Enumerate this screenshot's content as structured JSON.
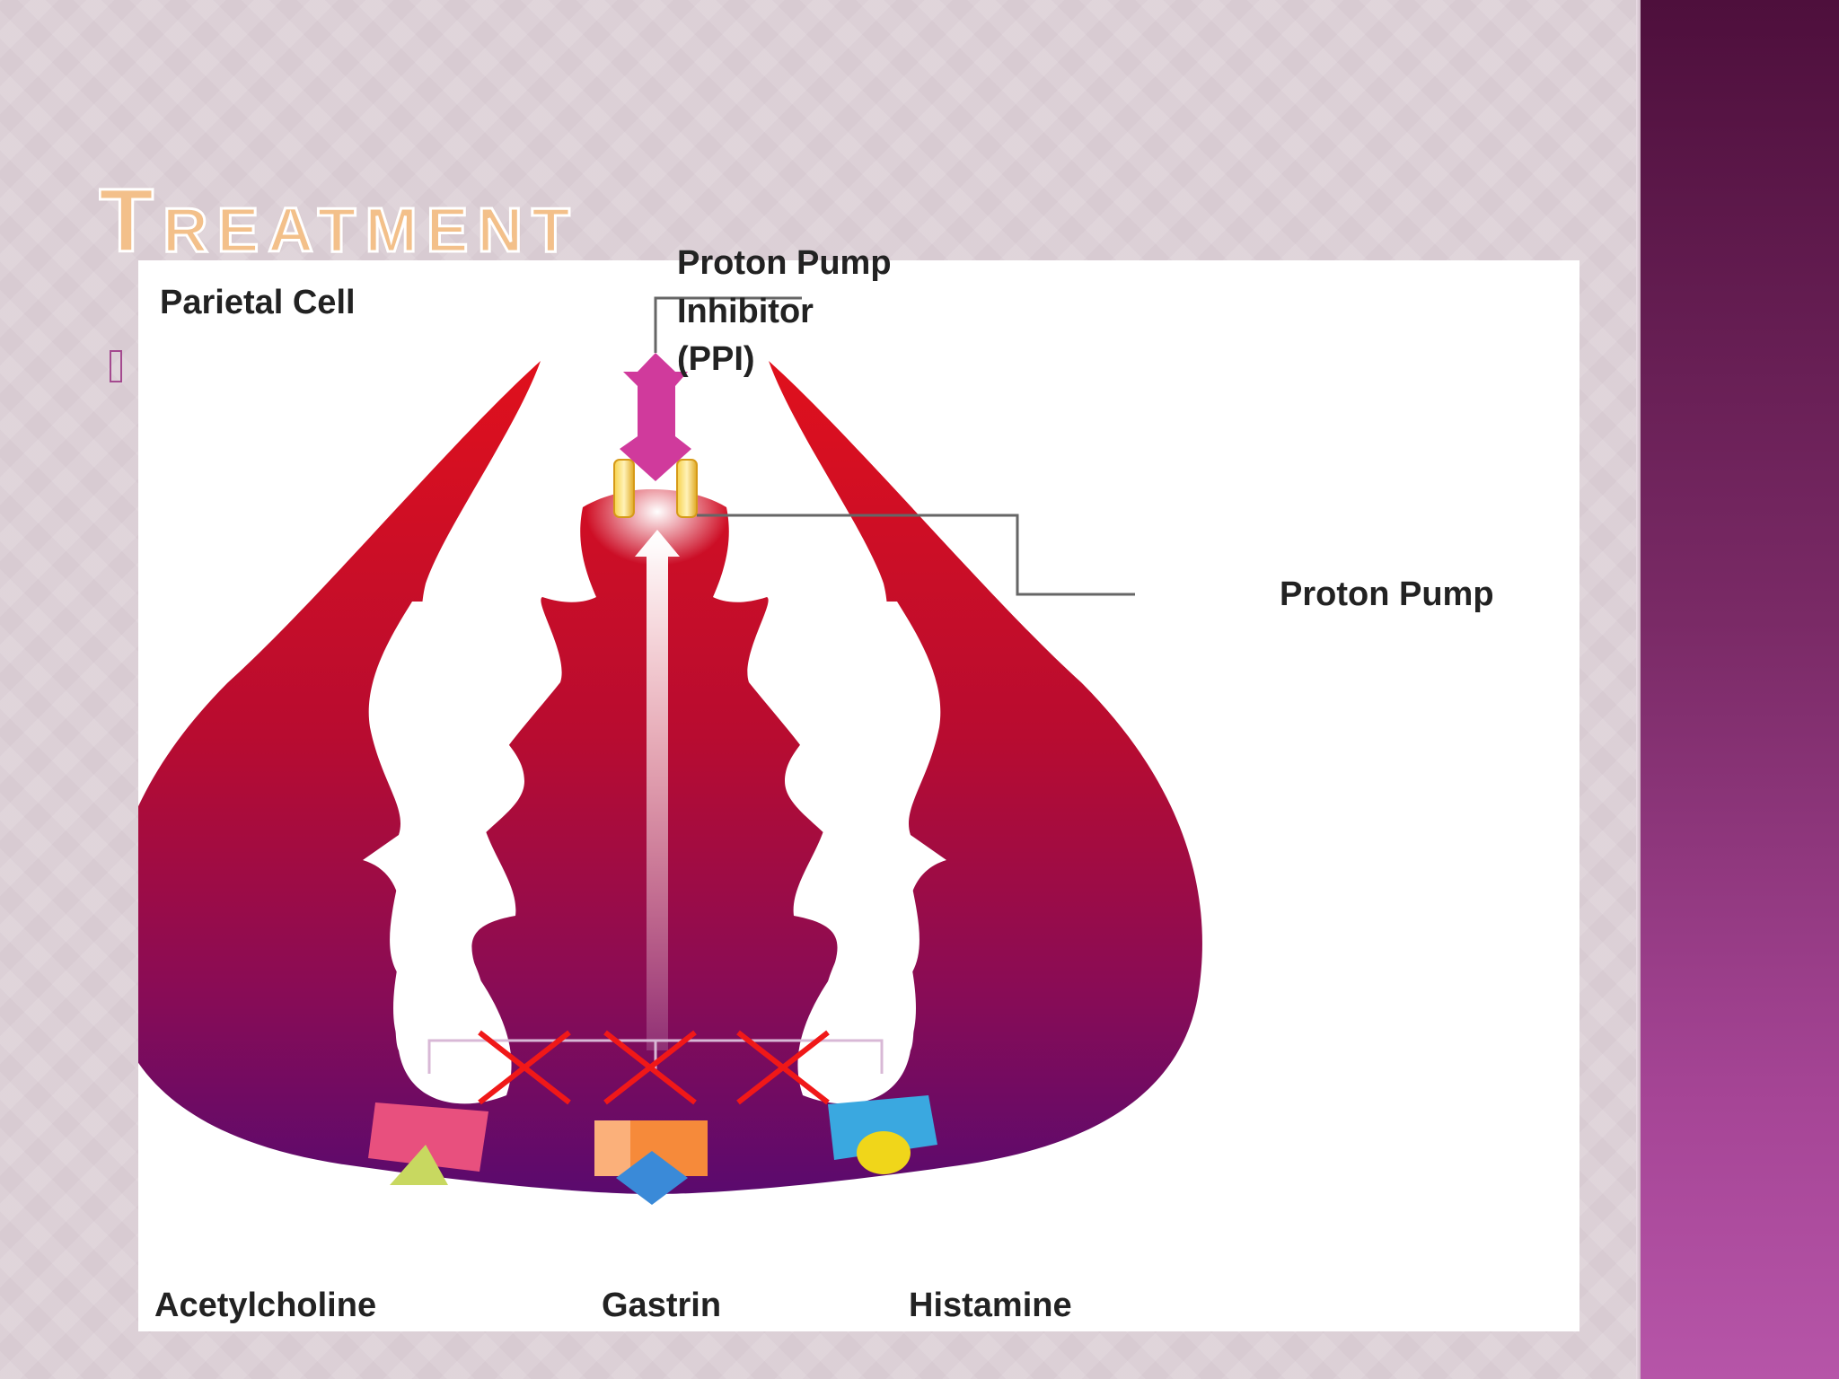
{
  "slide": {
    "title": "Treatment",
    "bullet_icon": "bullet-glyph-icon"
  },
  "diagram": {
    "labels": {
      "parietal_cell": "Parietal Cell",
      "ppi_line1": "Proton Pump",
      "ppi_line2": "Inhibitor",
      "ppi_line3": "(PPI)",
      "proton_pump": "Proton Pump",
      "acetylcholine": "Acetylcholine",
      "gastrin": "Gastrin",
      "histamine": "Histamine"
    },
    "colors": {
      "cell_top": "#e0101c",
      "cell_bottom": "#5a0a6e",
      "ppi": "#d03a9c",
      "pump": "#f0c43a",
      "block_x": "#f01818",
      "acetylcholine_receptor": "#e8507e",
      "gastrin_receptor": "#f68a3a",
      "histamine_receptor": "#3aa8e0",
      "sidebar": "#7a2a66"
    }
  }
}
